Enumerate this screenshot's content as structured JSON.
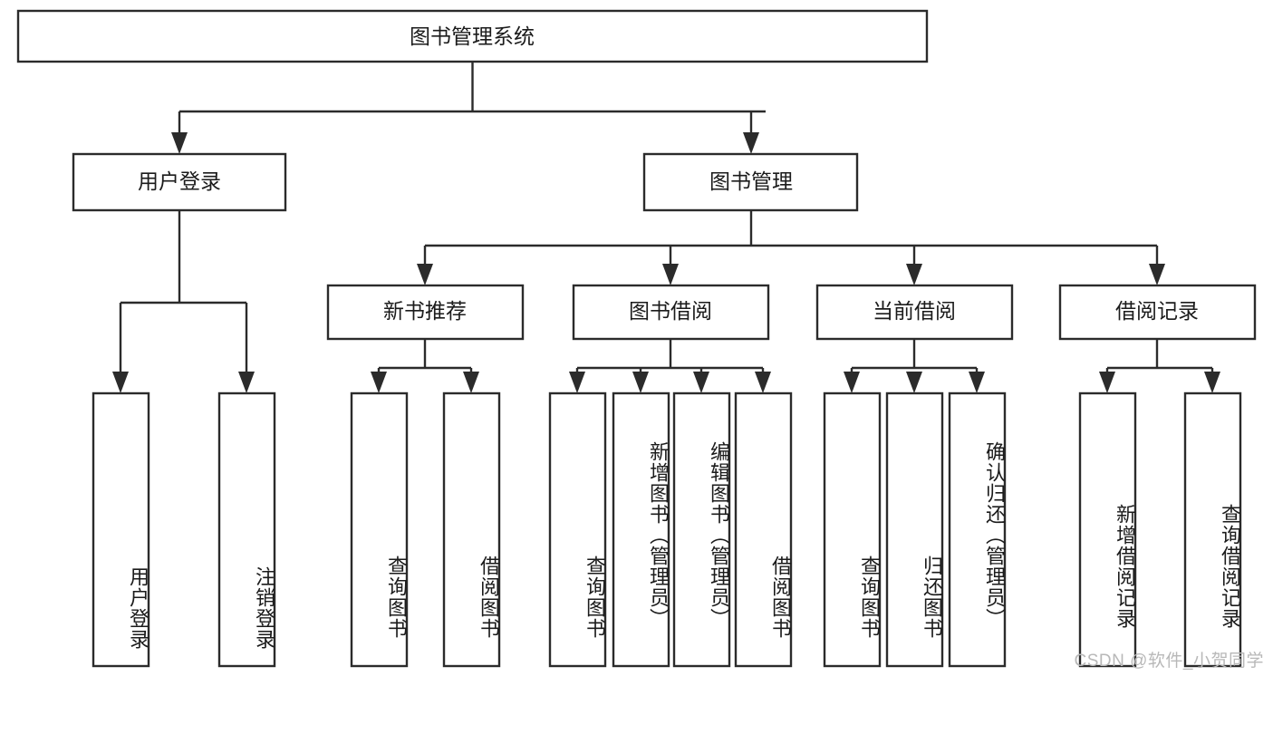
{
  "diagram": {
    "type": "tree",
    "title": "图书管理系统",
    "orientation": "top-down",
    "colors": {
      "box_stroke": "#2b2b2b",
      "box_fill": "#ffffff",
      "text": "#1b1b1b",
      "background": "#ffffff",
      "watermark": "#b8b8b8"
    },
    "root": {
      "label": "图书管理系统"
    },
    "level2": [
      {
        "id": "user-login",
        "label": "用户登录"
      },
      {
        "id": "book-management",
        "label": "图书管理"
      }
    ],
    "level3": [
      {
        "id": "new-book-recommend",
        "label": "新书推荐",
        "parent": "book-management"
      },
      {
        "id": "book-borrow",
        "label": "图书借阅",
        "parent": "book-management"
      },
      {
        "id": "current-borrow",
        "label": "当前借阅",
        "parent": "book-management"
      },
      {
        "id": "borrow-record",
        "label": "借阅记录",
        "parent": "book-management"
      }
    ],
    "leaves": {
      "user-login": [
        {
          "id": "leaf-user-login",
          "label": "用户登录"
        },
        {
          "id": "leaf-user-logout",
          "label": "注销登录"
        }
      ],
      "new-book-recommend": [
        {
          "id": "leaf-query-book-1",
          "label": "查询图书"
        },
        {
          "id": "leaf-borrow-book-1",
          "label": "借阅图书"
        }
      ],
      "book-borrow": [
        {
          "id": "leaf-query-book-2",
          "label": "查询图书"
        },
        {
          "id": "leaf-add-book",
          "label": "新增图书（管理员）"
        },
        {
          "id": "leaf-edit-book",
          "label": "编辑图书（管理员）"
        },
        {
          "id": "leaf-borrow-book-2",
          "label": "借阅图书"
        }
      ],
      "current-borrow": [
        {
          "id": "leaf-query-book-3",
          "label": "查询图书"
        },
        {
          "id": "leaf-return-book",
          "label": "归还图书"
        },
        {
          "id": "leaf-confirm-return",
          "label": "确认归还（管理员）"
        }
      ],
      "borrow-record": [
        {
          "id": "leaf-add-record",
          "label": "新增借阅记录"
        },
        {
          "id": "leaf-query-record",
          "label": "查询借阅记录"
        }
      ]
    }
  },
  "watermark": {
    "text": "CSDN @软件_小贺同学"
  }
}
